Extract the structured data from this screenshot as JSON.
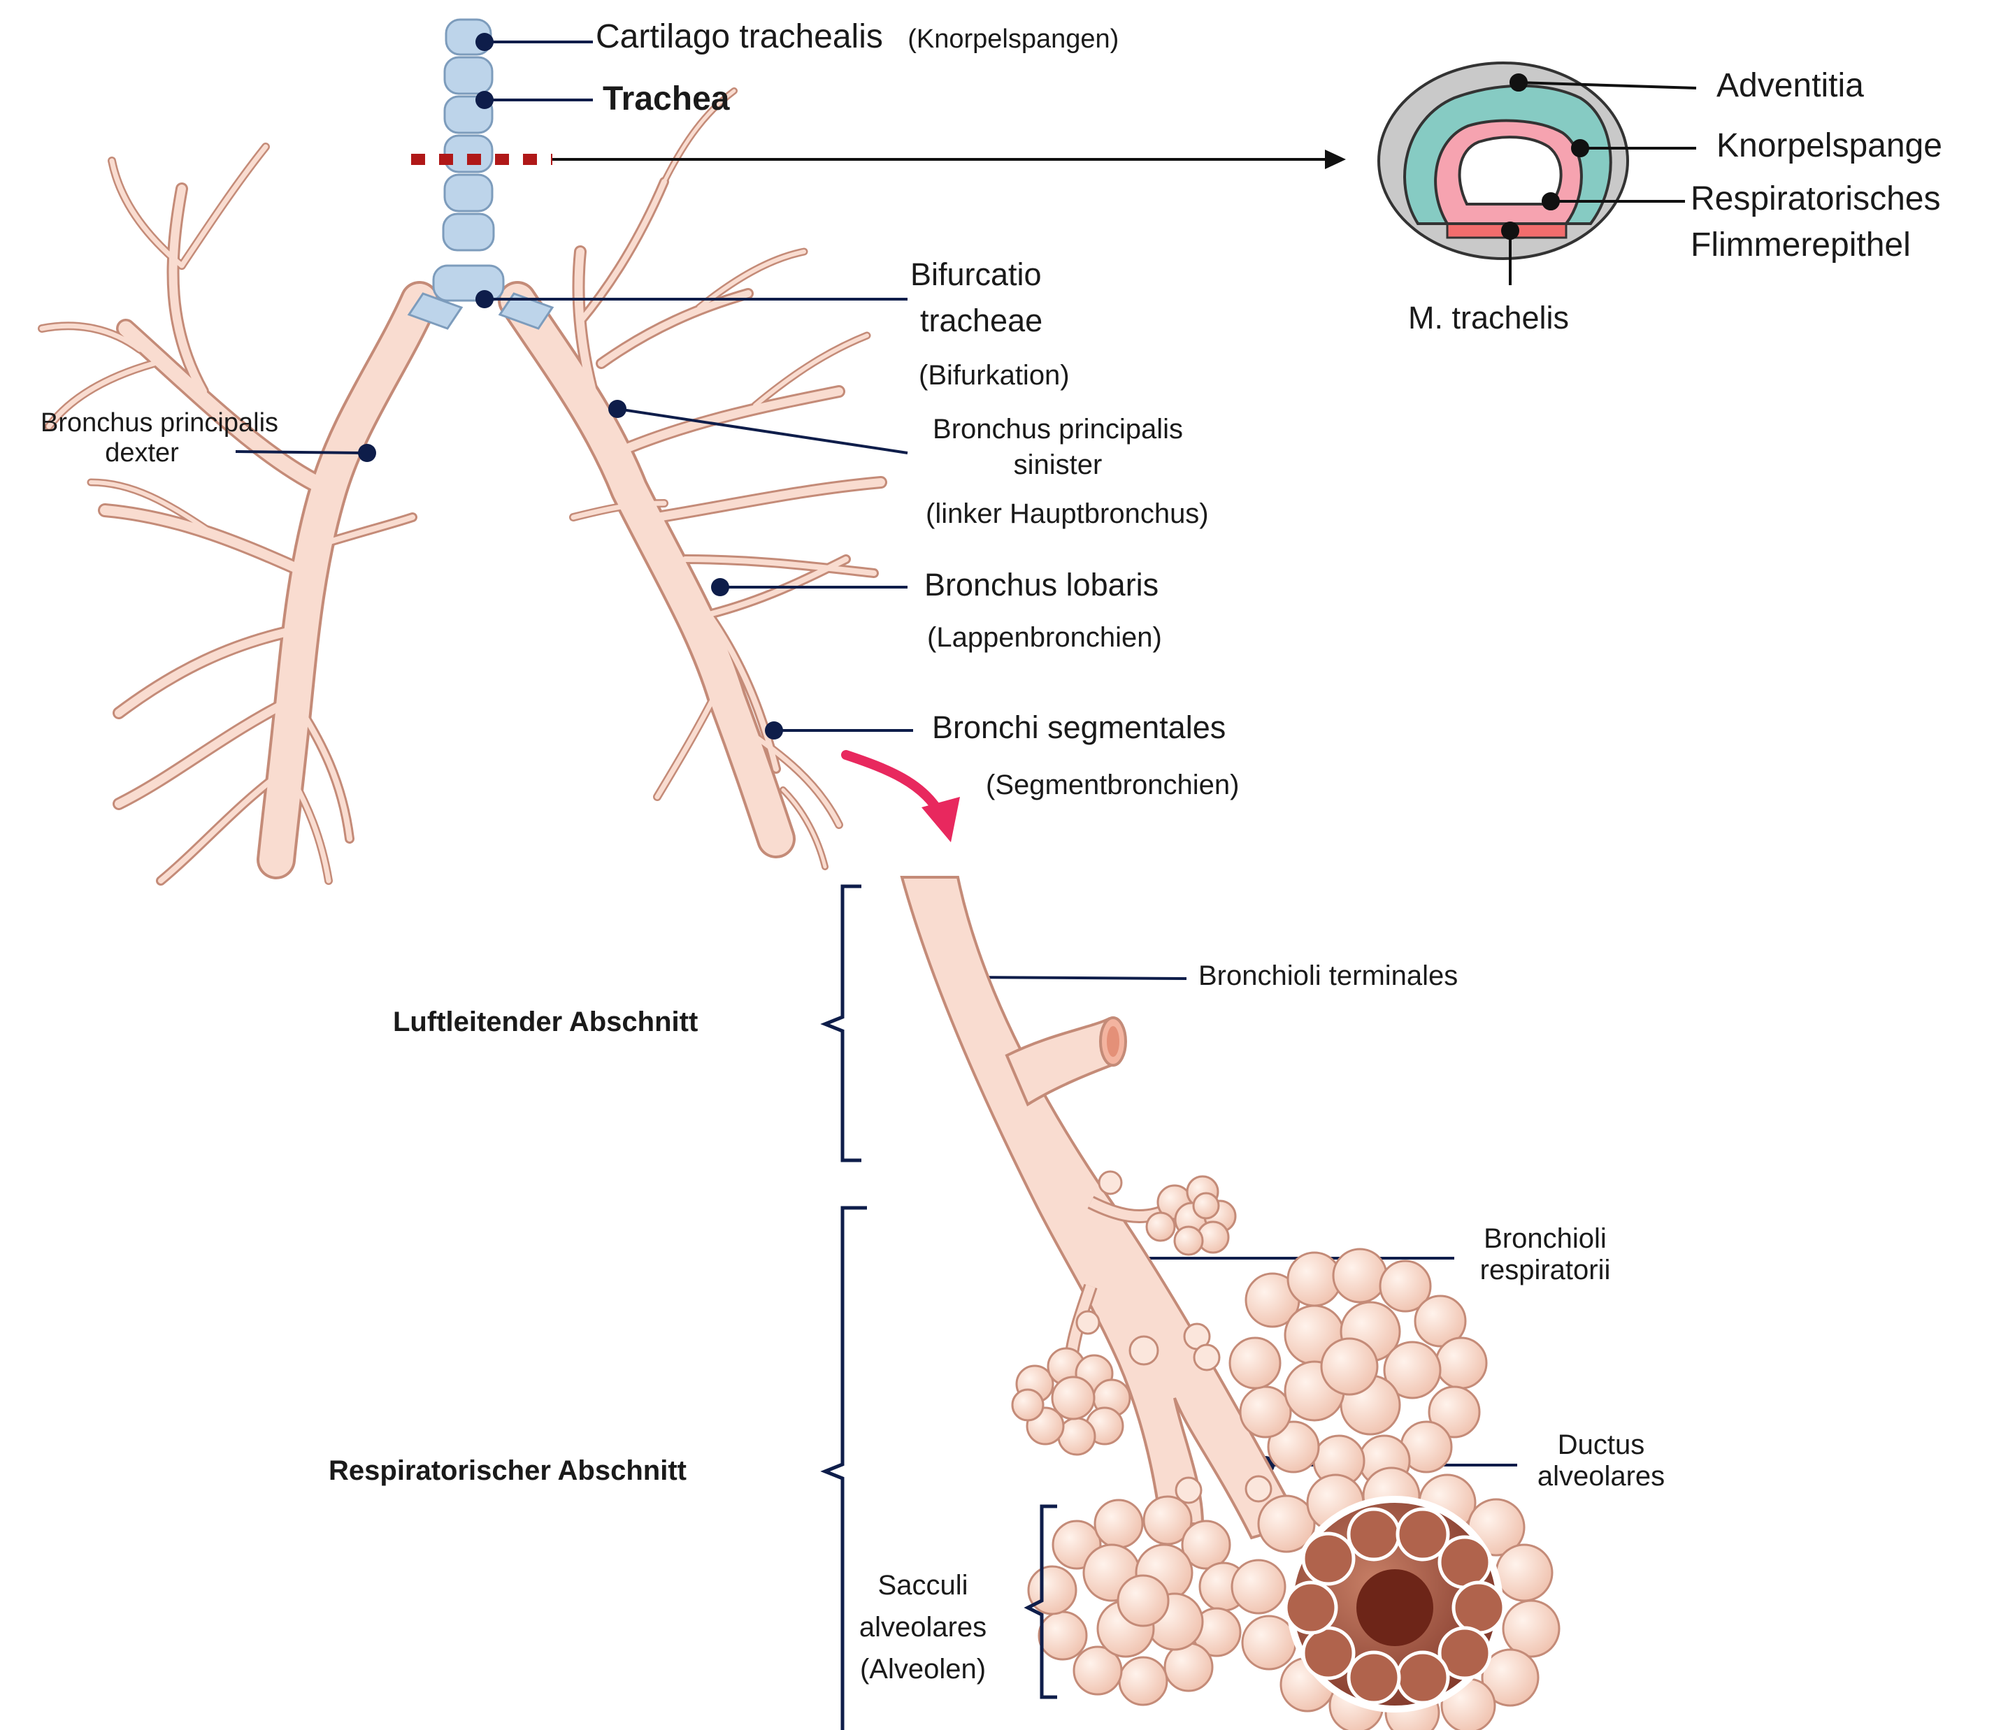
{
  "colors": {
    "airway_fill": "#f9dcd0",
    "airway_stroke": "#c48b78",
    "cartilage": "#bdd4ea",
    "cartilage_stroke": "#7d9cbc",
    "leader_line": "#0e1d4a",
    "dot": "#0e1d4a",
    "section_marker": "#b01818",
    "arrow_pink": "#e8285e",
    "adventitia": "#c9c9c9",
    "knorpel": "#86cbc3",
    "epithel": "#f6a3b0",
    "muscle": "#f26d6d",
    "alveoli": "#f8d7c8",
    "alveoli_inner": "#9a4a3a"
  },
  "labels": {
    "cartilago": "Cartilago trachealis",
    "cartilago_de": "(Knorpelspangen)",
    "trachea": "Trachea",
    "bifurcatio_1": "Bifurcatio",
    "bifurcatio_2": "tracheae",
    "bifurcatio_de": "(Bifurkation)",
    "bronchus_dexter_1": "Bronchus principalis",
    "bronchus_dexter_2": "dexter",
    "bronchus_sinister_1": "Bronchus principalis",
    "bronchus_sinister_2": "sinister",
    "bronchus_sinister_de": "(linker Hauptbronchus)",
    "lobaris": "Bronchus lobaris",
    "lobaris_de": "(Lappenbronchien)",
    "segmentales": "Bronchi segmentales",
    "segmentales_de": "(Segmentbronchien)",
    "adventitia": "Adventitia",
    "knorpelspange": "Knorpelspange",
    "epithel_1": "Respiratorisches",
    "epithel_2": "Flimmerepithel",
    "trachelis": "M. trachelis",
    "terminales": "Bronchioli terminales",
    "luftleitend": "Luftleitender Abschnitt",
    "respiratorii_1": "Bronchioli",
    "respiratorii_2": "respiratorii",
    "respiratorisch": "Respiratorischer Abschnitt",
    "ductus_1": "Ductus",
    "ductus_2": "alveolares",
    "sacculi_1": "Sacculi",
    "sacculi_2": "alveolares",
    "sacculi_3": "(Alveolen)"
  }
}
